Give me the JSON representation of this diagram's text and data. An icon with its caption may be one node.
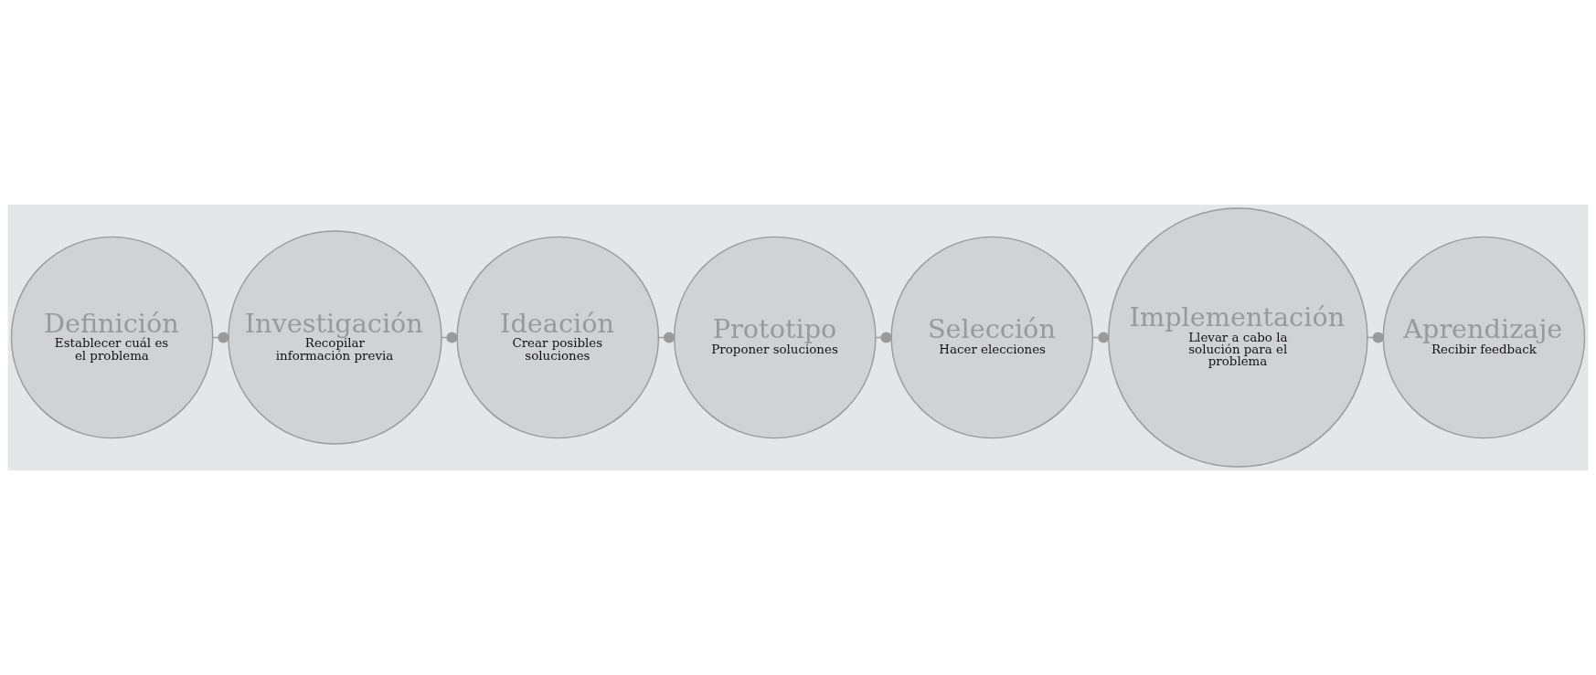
{
  "diagram": {
    "nodes": [
      {
        "text": [
          "Definición",
          "Establecer cuál es el problema"
        ]
      },
      {
        "text": [
          "Investigación",
          "Recopilar información previa"
        ]
      },
      {
        "text": [
          "Ideación",
          "Crear posibles soluciones"
        ]
      },
      {
        "text": [
          "Prototipo",
          "Proponer soluciones"
        ]
      },
      {
        "text": [
          "Selección",
          "Hacer elecciones"
        ]
      },
      {
        "text": [
          "Implementación",
          "Llevar a cabo la solución para el problema"
        ]
      },
      {
        "text": [
          "Aprendizaje",
          "Recibir feedback"
        ]
      }
    ],
    "edges": [
      {
        "from": 0,
        "to": 1,
        "arrow": "other"
      },
      {
        "from": 1,
        "to": 2,
        "arrow": "other"
      },
      {
        "from": 2,
        "to": 3,
        "arrow": "other"
      },
      {
        "from": 3,
        "to": 4,
        "arrow": "other"
      },
      {
        "from": 4,
        "to": 5,
        "arrow": "other"
      },
      {
        "from": 5,
        "to": 6,
        "arrow": "other"
      }
    ]
  }
}
